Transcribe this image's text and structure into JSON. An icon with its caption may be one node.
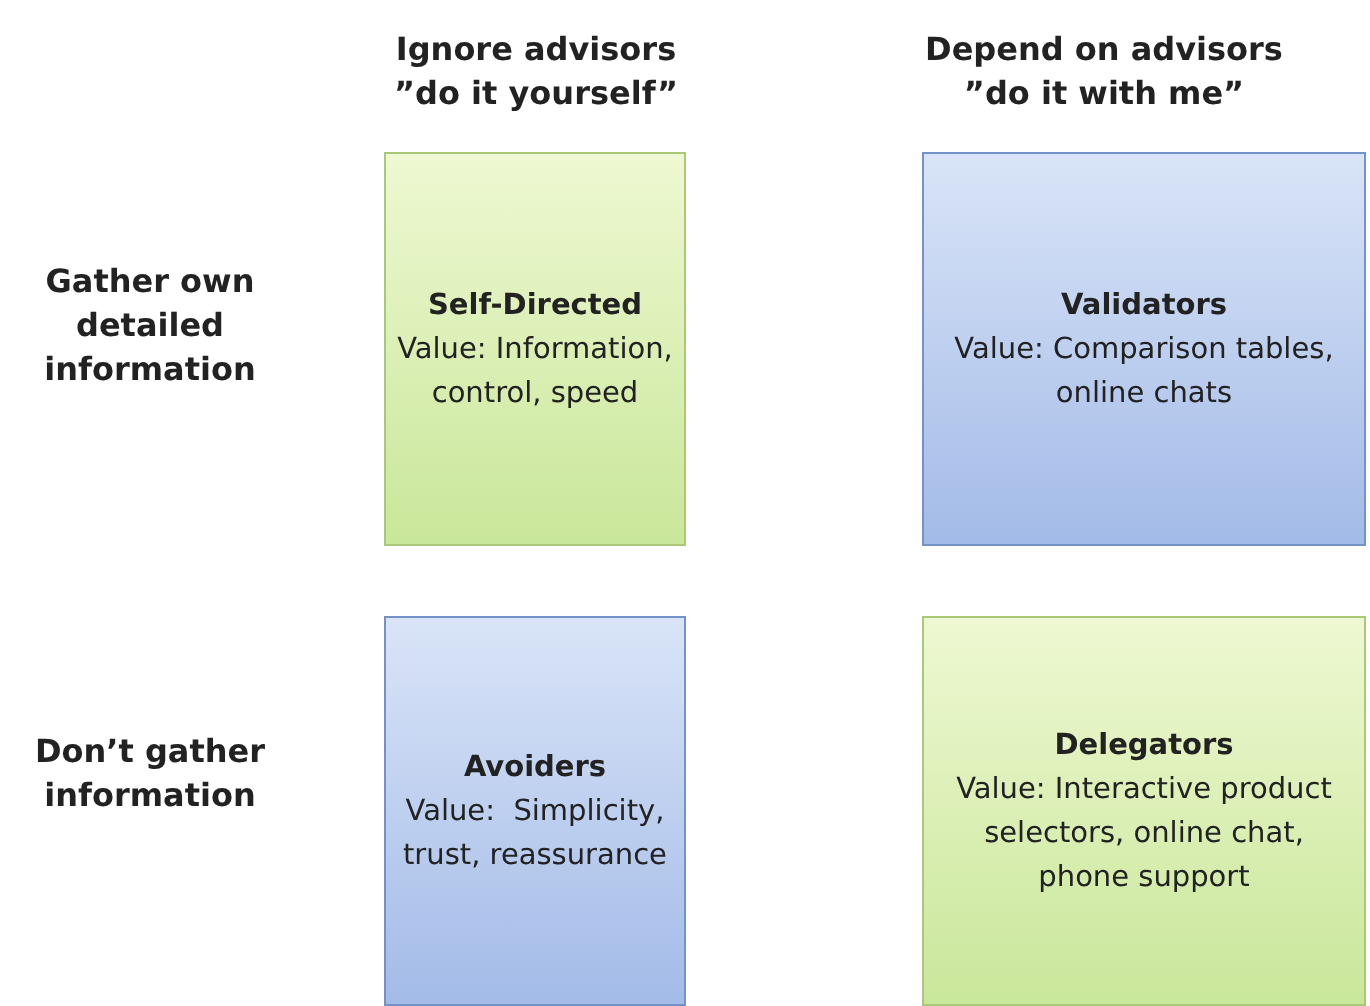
{
  "diagram": {
    "nodes": [
      {
        "text": [
          "Self-Directed",
          "Value: Information, control, speed"
        ]
      },
      {
        "text": [
          "Validators",
          "Value: Comparison tables, online chats"
        ]
      },
      {
        "text": [
          "Avoiders",
          "Value:  Simplicity, trust, reassurance"
        ]
      },
      {
        "text": [
          "Delegators",
          "Value: Interactive product selectors, online chat, phone support"
        ]
      }
    ],
    "edges": [],
    "labels": [
      "Ignore advisors ”do it yourself”",
      "Depend on advisors ”do it with me”",
      "Gather own detailed information",
      "Don’t gather information"
    ]
  }
}
